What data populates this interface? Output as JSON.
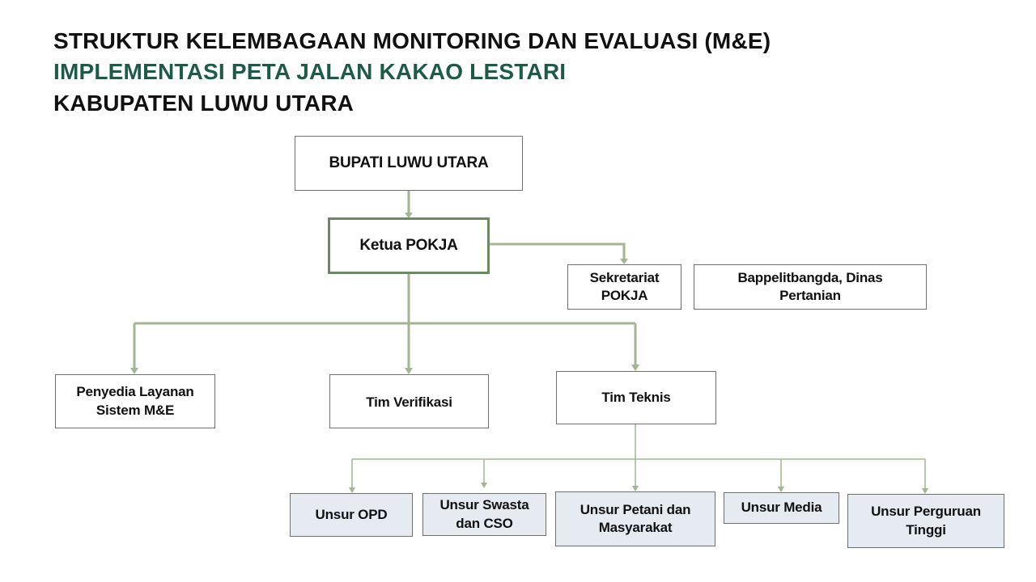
{
  "title": {
    "line1": "STRUKTUR KELEMBAGAAN MONITORING DAN EVALUASI (M&E)",
    "line2": "IMPLEMENTASI PETA JALAN KAKAO LESTARI",
    "line3": "KABUPATEN LUWU UTARA"
  },
  "nodes": {
    "bupati": "BUPATI LUWU UTARA",
    "ketua": "Ketua POKJA",
    "sekretariat": "Sekretariat POKJA",
    "bappelitbangda": "Bappelitbangda, Dinas Pertanian",
    "penyedia": "Penyedia Layanan Sistem M&E",
    "verifikasi": "Tim Verifikasi",
    "teknis": "Tim Teknis",
    "opd": "Unsur OPD",
    "swasta": "Unsur Swasta dan CSO",
    "petani": "Unsur Petani dan Masyarakat",
    "media": "Unsur Media",
    "perguruan": "Unsur Perguruan Tinggi"
  },
  "colors": {
    "title_accent": "#1d5a48",
    "connector": "#a3b592",
    "unsur_fill": "#e6ebf2",
    "ketua_border": "#6e8764"
  }
}
